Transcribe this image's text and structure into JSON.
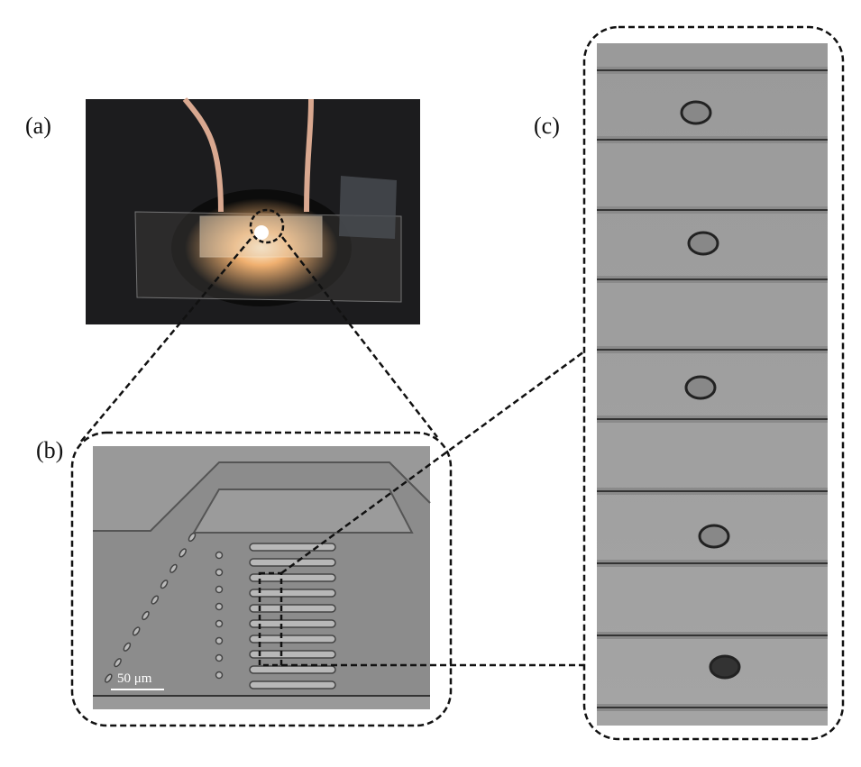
{
  "panels": {
    "a": {
      "label": "(a)"
    },
    "b": {
      "label": "(b)",
      "scale_bar": "50 μm"
    },
    "c": {
      "label": "(c)"
    }
  }
}
